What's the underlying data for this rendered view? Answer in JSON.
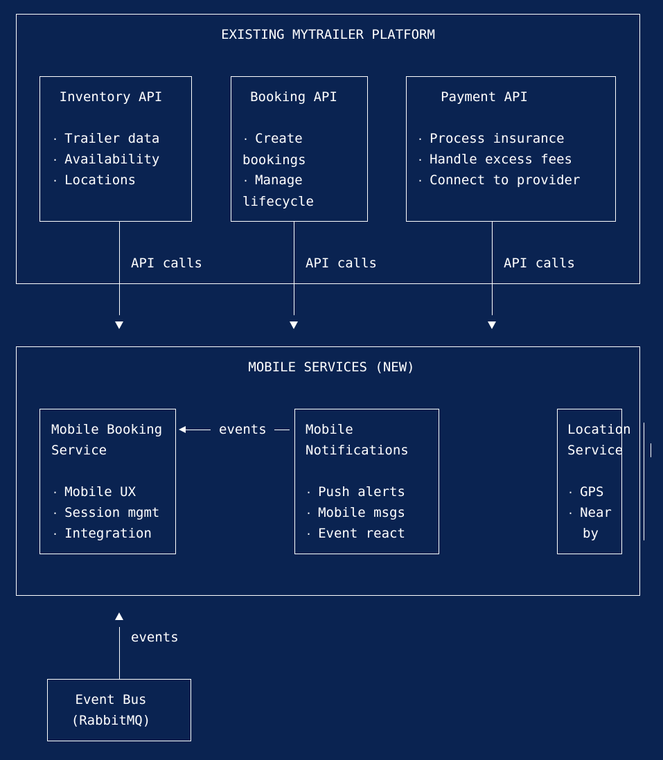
{
  "platform": {
    "title": "EXISTING MYTRAILER PLATFORM",
    "inventory": {
      "title": "Inventory API",
      "items": [
        "Trailer data",
        "Availability",
        "Locations"
      ]
    },
    "booking": {
      "title": "Booking API",
      "items": [
        "Create bookings",
        "Manage lifecycle"
      ]
    },
    "payment": {
      "title": "Payment API",
      "items": [
        "Process insurance",
        "Handle excess fees",
        "Connect to provider"
      ]
    },
    "api_calls_label": "API calls"
  },
  "mobile": {
    "title": "MOBILE SERVICES (NEW)",
    "booking_service": {
      "title_line1": "Mobile Booking",
      "title_line2": "Service",
      "items": [
        "Mobile UX",
        "Session mgmt",
        "Integration"
      ]
    },
    "notifications": {
      "title_line1": "Mobile",
      "title_line2": "Notifications",
      "items": [
        "Push alerts",
        "Mobile msgs",
        "Event react"
      ]
    },
    "location": {
      "title_line1": "Location",
      "title_line2": "Service",
      "item1": "GPS",
      "item2_line1": "Near",
      "item2_line2": "by"
    },
    "events_label": "events"
  },
  "event_bus": {
    "title_line1": "Event Bus",
    "title_line2": "(RabbitMQ)",
    "events_label": "events"
  }
}
